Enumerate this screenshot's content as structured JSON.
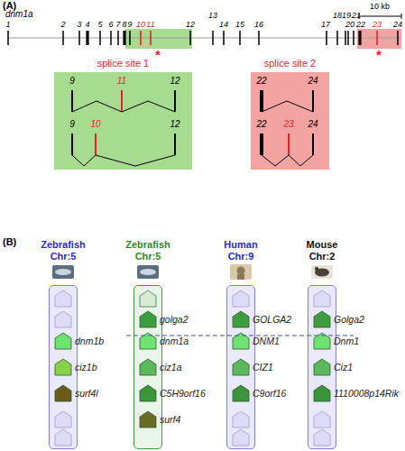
{
  "diagram": {
    "nodes": [
      {
        "text": [
          "splice site 1",
          "9",
          "11",
          "12",
          "9",
          "10",
          "12"
        ]
      },
      {
        "text": [
          "splice site 2",
          "22",
          "24",
          "22",
          "23",
          "24"
        ]
      },
      {
        "text": [
          "Zebrafish Chr:5"
        ]
      },
      {
        "text": [
          "dnm1b"
        ],
        "in": 2
      },
      {
        "text": [
          "ciz1b"
        ],
        "in": 2
      },
      {
        "text": [
          "surf4l"
        ],
        "in": 2
      },
      {
        "text": [
          "Zebrafish Chr:5"
        ]
      },
      {
        "text": [
          "golga2"
        ],
        "in": 6
      },
      {
        "text": [
          "dnm1a"
        ],
        "in": 6
      },
      {
        "text": [
          "ciz1a"
        ],
        "in": 6
      },
      {
        "text": [
          "C5H9orf16"
        ],
        "in": 6
      },
      {
        "text": [
          "surf4"
        ],
        "in": 6
      },
      {
        "text": [
          "Human Chr:9"
        ]
      },
      {
        "text": [
          "GOLGA2"
        ],
        "in": 12
      },
      {
        "text": [
          "DNM1"
        ],
        "in": 12
      },
      {
        "text": [
          "CIZ1"
        ],
        "in": 12
      },
      {
        "text": [
          "C9orf16"
        ],
        "in": 12
      },
      {
        "text": [
          "Mouse Chr:2"
        ]
      },
      {
        "text": [
          "Golga2"
        ],
        "in": 17
      },
      {
        "text": [
          "Dnm1"
        ],
        "in": 17
      },
      {
        "text": [
          "Ciz1"
        ],
        "in": 17
      },
      {
        "text": [
          "1110008p14Rik"
        ],
        "in": 17
      }
    ],
    "labels": [
      "(A)",
      "dnm1a",
      "10 kb",
      "1",
      "2",
      "3",
      "4",
      "5",
      "6",
      "7",
      "8",
      "9",
      "10",
      "11",
      "12",
      "13",
      "14",
      "15",
      "16",
      "17",
      "18",
      "19",
      "20",
      "21",
      "22",
      "23",
      "24",
      "*",
      "*",
      "(B)"
    ]
  }
}
